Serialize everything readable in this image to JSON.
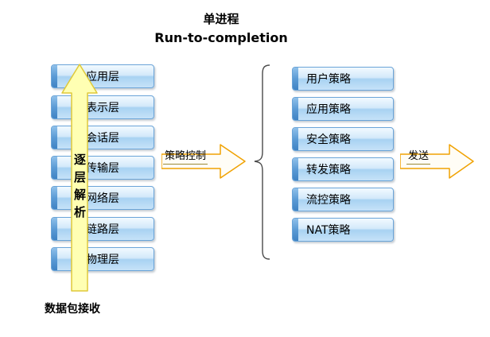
{
  "title": {
    "line1": "单进程",
    "line2": "Run-to-completion"
  },
  "left_stack": {
    "layers": [
      "应用层",
      "表示层",
      "会话层",
      "传输层",
      "网络层",
      "链路层",
      "物理层"
    ],
    "arrow_label": "逐层解析",
    "caption": "数据包接收"
  },
  "policy_arrow": {
    "label": "策略控制"
  },
  "right_stack": {
    "items": [
      "用户策略",
      "应用策略",
      "安全策略",
      "转发策略",
      "流控策略",
      "NAT策略"
    ]
  },
  "send_arrow": {
    "label": "发送"
  },
  "colors": {
    "box_border": "#6aa4d8",
    "box_fill_top": "#f2faff",
    "box_fill_bottom": "#a8d2f2",
    "box_edge_dark": "#3f83c4",
    "up_arrow_fill": "#ffffb3",
    "up_arrow_stroke": "#dfc93a",
    "flow_arrow_fill": "#fffdf6",
    "flow_arrow_stroke": "#f0a202",
    "brace_stroke": "#4a4a4a",
    "text": "#000000"
  }
}
